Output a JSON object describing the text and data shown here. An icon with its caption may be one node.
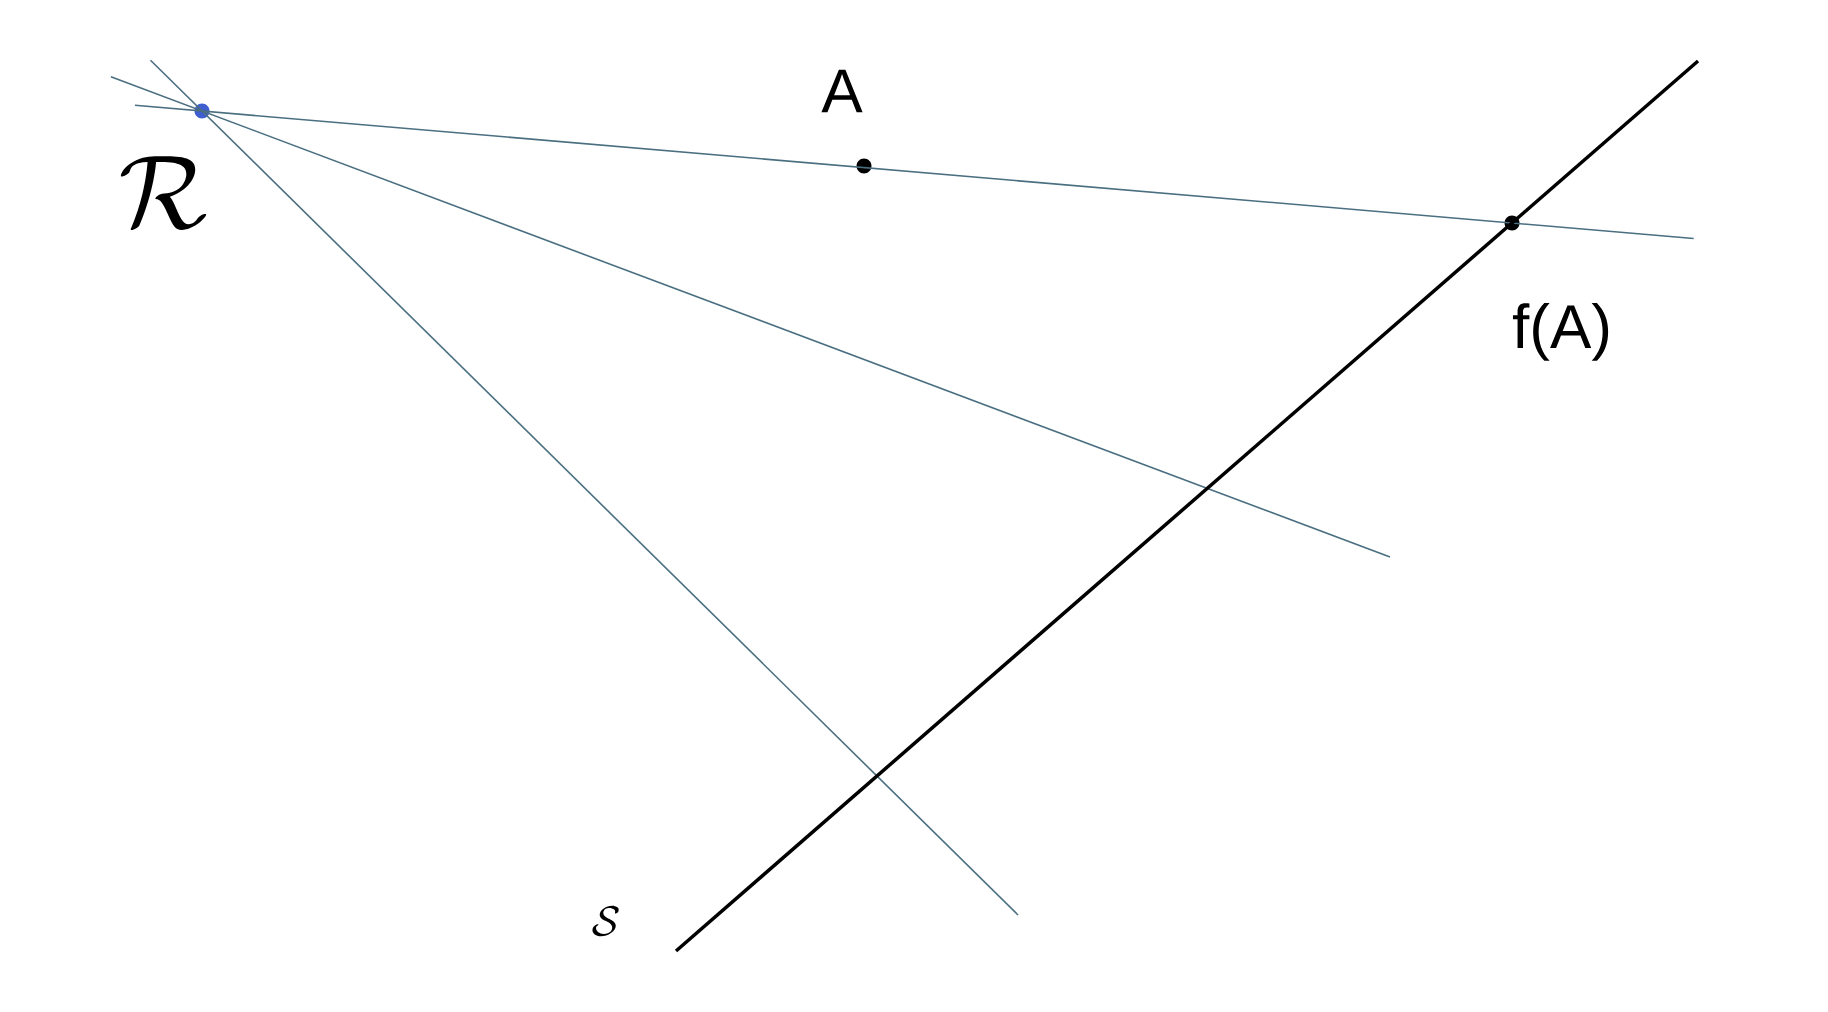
{
  "diagram": {
    "nodes": [
      {
        "text": [],
        "shape": "circle",
        "beside": [
          "\\mathcal{R}"
        ]
      },
      {
        "text": [],
        "shape": "circle",
        "beside": [
          "A"
        ]
      },
      {
        "text": [],
        "shape": "circle",
        "beside": [
          "f(A)"
        ]
      }
    ],
    "edges": [
      {
        "from": 0,
        "to": 2,
        "arrow": "none"
      },
      {
        "from": 0,
        "to": null,
        "arrow": "none"
      },
      {
        "from": 0,
        "to": null,
        "arrow": "none"
      }
    ],
    "labels": [
      "\\mathcal{S}"
    ]
  }
}
